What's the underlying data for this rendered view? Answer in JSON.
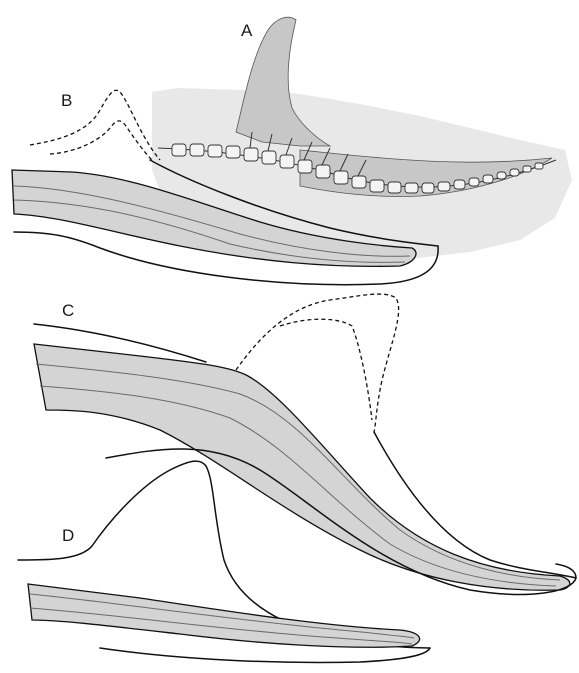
{
  "panels": {
    "a": {
      "label": "A"
    },
    "b": {
      "label": "B"
    },
    "c": {
      "label": "C"
    },
    "d": {
      "label": "D"
    }
  },
  "colors": {
    "tail_fill": "#d4d4d4",
    "outline": "#111111",
    "fossil_background": "#e8e8e8"
  }
}
